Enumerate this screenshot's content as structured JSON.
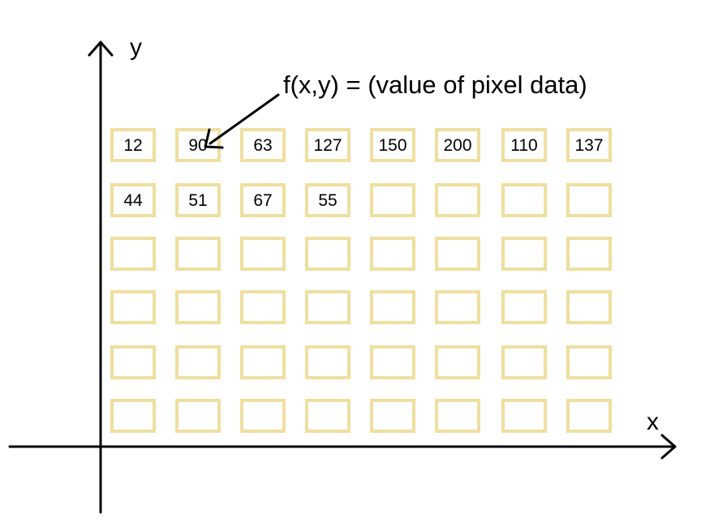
{
  "axes": {
    "x_label": "x",
    "y_label": "y"
  },
  "annotation": {
    "text": "f(x,y) = (value of pixel data)"
  },
  "grid": {
    "rows": 6,
    "cols": 8,
    "values": [
      [
        "12",
        "90",
        "63",
        "127",
        "150",
        "200",
        "110",
        "137"
      ],
      [
        "44",
        "51",
        "67",
        "55",
        "",
        "",
        "",
        ""
      ],
      [
        "",
        "",
        "",
        "",
        "",
        "",
        "",
        ""
      ],
      [
        "",
        "",
        "",
        "",
        "",
        "",
        "",
        ""
      ],
      [
        "",
        "",
        "",
        "",
        "",
        "",
        "",
        ""
      ],
      [
        "",
        "",
        "",
        "",
        "",
        "",
        "",
        ""
      ]
    ]
  },
  "colors": {
    "cell_border": "#efdf9f",
    "axis": "#000000",
    "text": "#000000",
    "background": "#ffffff"
  }
}
